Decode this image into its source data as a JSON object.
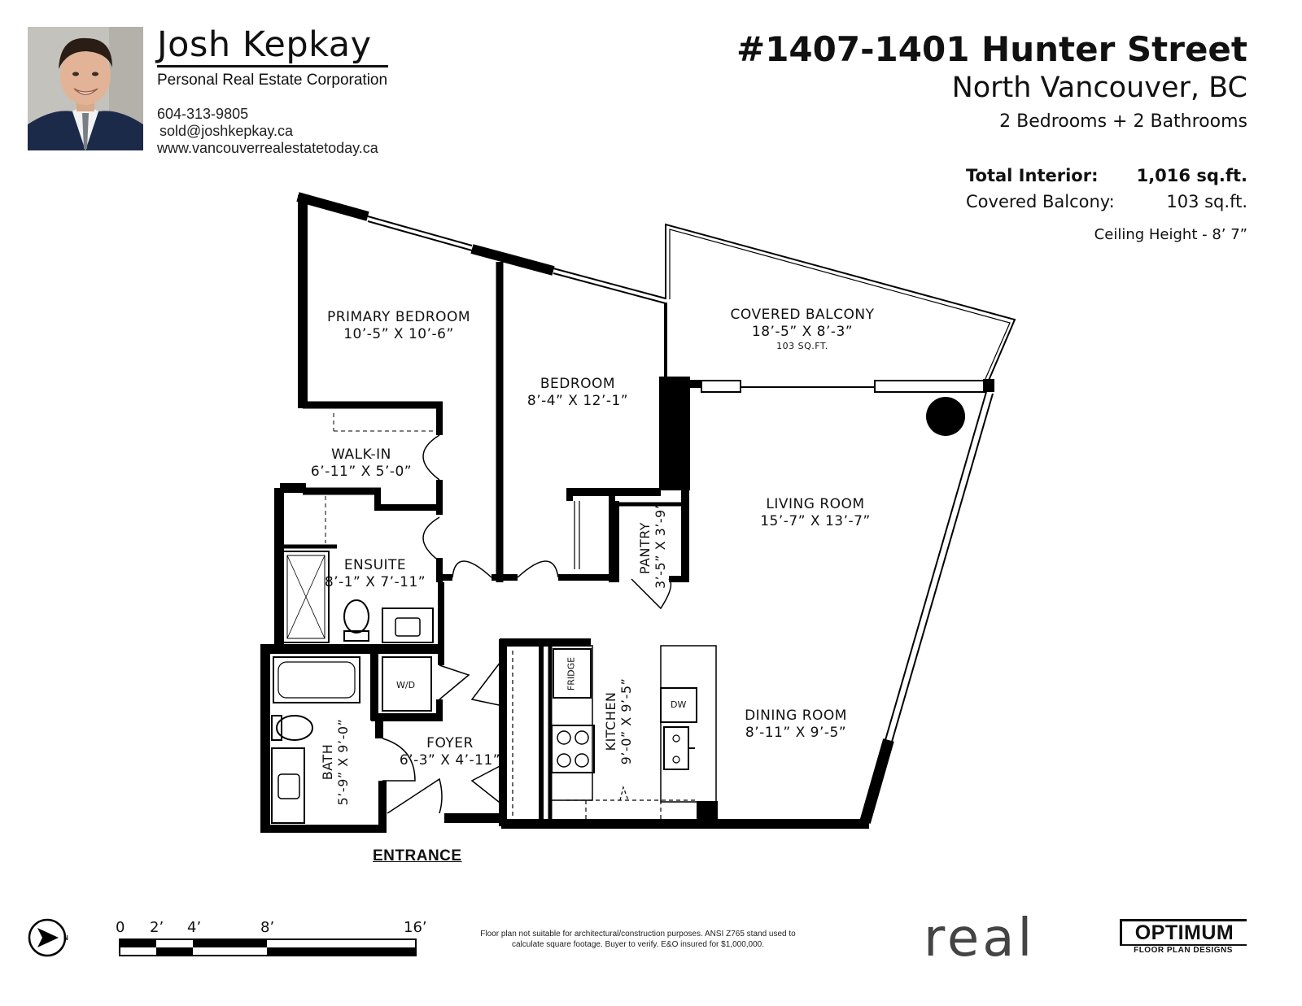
{
  "agent": {
    "name": "Josh Kepkay",
    "corporation": "Personal Real Estate Corporation",
    "phone": "604-313-9805",
    "email": "sold@joshkepkay.ca",
    "website": "www.vancouverrealestatetoday.ca"
  },
  "property": {
    "address": "#1407-1401 Hunter Street",
    "city": "North Vancouver, BC",
    "rooms": "2 Bedrooms + 2 Bathrooms",
    "area": [
      {
        "label": "Total Interior:",
        "value": "1,016 sq.ft."
      },
      {
        "label": "Covered Balcony:",
        "value": "103 sq.ft."
      }
    ],
    "ceiling": "Ceiling Height - 8’ 7”"
  },
  "rooms": {
    "primary_bedroom": {
      "name": "PRIMARY BEDROOM",
      "dim": "10’-5” X 10’-6”"
    },
    "bedroom": {
      "name": "BEDROOM",
      "dim": "8’-4” X 12’-1”"
    },
    "balcony": {
      "name": "COVERED BALCONY",
      "dim": "18’-5” X 8’-3”",
      "area": "103 SQ.FT."
    },
    "walk_in": {
      "name": "WALK-IN",
      "dim": "6’-11” X 5’-0”"
    },
    "living": {
      "name": "LIVING ROOM",
      "dim": "15’-7” X 13’-7”"
    },
    "pantry": {
      "name": "PANTRY",
      "dim": "3’-5” X 3’-9”"
    },
    "ensuite": {
      "name": "ENSUITE",
      "dim": "8’-1” X 7’-11”"
    },
    "kitchen": {
      "name": "KITCHEN",
      "dim": "9’-0” X 9’-5”"
    },
    "dining": {
      "name": "DINING ROOM",
      "dim": "8’-11” X 9’-5”"
    },
    "foyer": {
      "name": "FOYER",
      "dim": "6’-3” X 4’-11”"
    },
    "bath": {
      "name": "BATH",
      "dim": "5’-9” X 9’-0”"
    }
  },
  "fixtures": {
    "wd": "W/D",
    "fridge": "FRIDGE",
    "dw": "DW"
  },
  "entrance": "ENTRANCE",
  "compass": {
    "direction": "N"
  },
  "scale": {
    "labels": [
      "0",
      "2’",
      "4’",
      "8’",
      "16’"
    ]
  },
  "disclaimer": "Floor plan not suitable for architectural/construction purposes. ANSI Z765 stand used to calculate square footage. Buyer to verify. E&O insured for $1,000,000.",
  "brands": {
    "real": "real",
    "optimum": "OPTIMUM",
    "optimum_sub": "FLOOR PLAN DESIGNS"
  },
  "colors": {
    "wall": "#000000",
    "suit": "#1c2a4a"
  }
}
